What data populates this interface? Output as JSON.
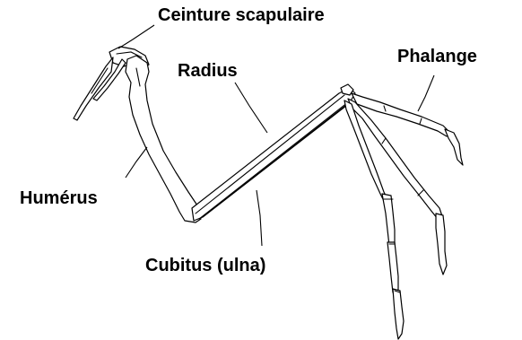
{
  "labels": {
    "ceinture": "Ceinture scapulaire",
    "radius": "Radius",
    "phalange": "Phalange",
    "humerus": "Humérus",
    "cubitus": "Cubitus (ulna)"
  },
  "colors": {
    "background": "#ffffff",
    "ink": "#000000"
  }
}
